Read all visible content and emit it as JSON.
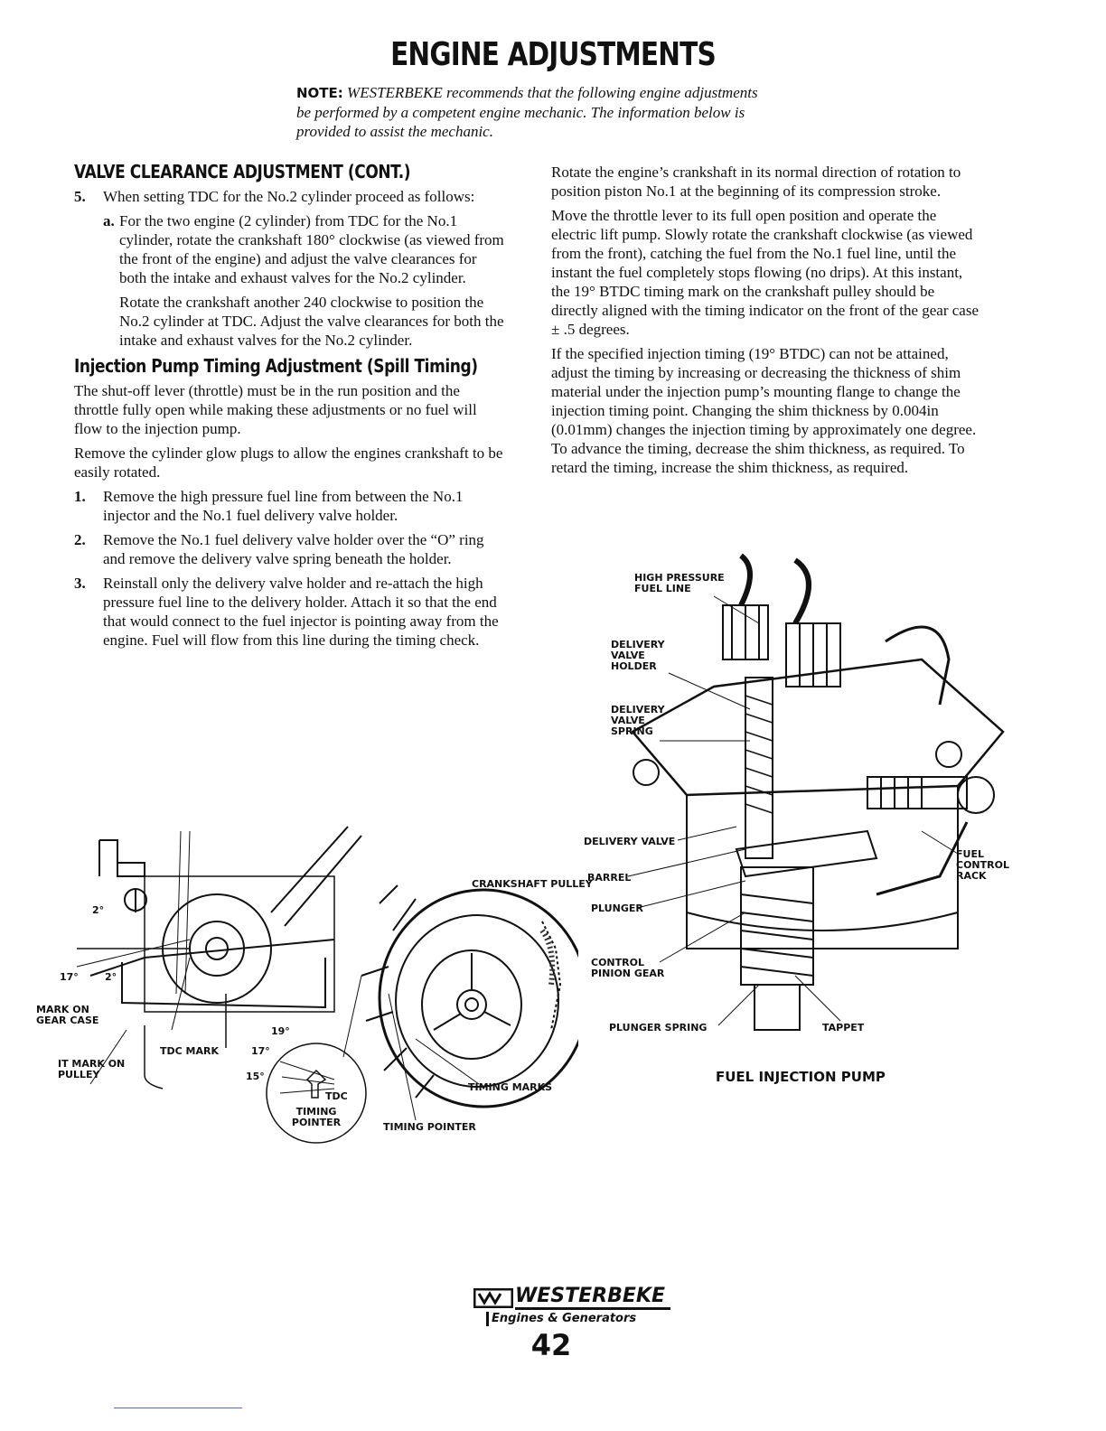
{
  "page": {
    "title": "ENGINE ADJUSTMENTS",
    "note_label": "NOTE:",
    "note_text": "WESTERBEKE recommends that the following engine adjustments be performed by a competent engine mechanic. The information below is provided to assist the mechanic.",
    "page_number": "42"
  },
  "left": {
    "heading1": "VALVE CLEARANCE ADJUSTMENT (CONT.)",
    "item5_num": "5.",
    "item5_text": "When setting TDC for the No.2 cylinder proceed as follows:",
    "item5a_num": "a.",
    "item5a_text": "For the two engine (2 cylinder) from TDC for the No.1 cylinder, rotate the crankshaft 180° clockwise (as viewed from the front of the engine) and adjust the valve clearances for both the intake and exhaust valves for the No.2 cylinder.",
    "item5a_p2": "Rotate the crankshaft another 240 clockwise to position the No.2 cylinder at TDC. Adjust the valve clearances for both the intake and exhaust valves for the No.2 cylinder.",
    "heading2": "Injection Pump Timing Adjustment (Spill Timing)",
    "p1": "The shut-off lever (throttle) must be in the run position and the throttle fully open while making these adjustments or no fuel will flow to the injection pump.",
    "p2": "Remove the cylinder glow plugs to allow the engines crankshaft to be easily rotated.",
    "steps": [
      {
        "num": "1.",
        "text": "Remove the high pressure fuel line from between the No.1 injector and the No.1 fuel delivery valve holder."
      },
      {
        "num": "2.",
        "text": "Remove the No.1 fuel delivery valve holder over the “O” ring and remove the delivery valve spring beneath the holder."
      },
      {
        "num": "3.",
        "text": "Reinstall only the delivery valve holder and re-attach the high pressure fuel line to the delivery holder. Attach it so that the end that would connect to the fuel injector is pointing away from the engine. Fuel will flow from this line during the timing check."
      }
    ]
  },
  "right": {
    "p1": "Rotate the engine’s crankshaft in its normal direction of rotation to position piston No.1 at the beginning of its compression stroke.",
    "p2": "Move the throttle lever to its full open position and operate the electric lift pump. Slowly rotate the crankshaft clockwise (as viewed from the front), catching the fuel from the No.1 fuel line, until the instant the fuel completely stops flowing (no drips). At this instant, the 19° BTDC timing mark on the crankshaft pulley should be directly aligned with the timing indicator on the front of the gear case ± .5 degrees.",
    "p3": "If the specified injection timing (19° BTDC) can not be attained, adjust the timing by increasing or decreasing the thickness of shim material under the injection pump’s mounting flange to change the injection timing point. Changing the shim thickness by 0.004in (0.01mm) changes the injection timing by approximately one degree. To advance the timing, decrease the shim thickness, as required. To retard the timing, increase the shim thickness, as required."
  },
  "pulley_diagram": {
    "crankshaft_pulley": "CRANKSHAFT PULLEY",
    "timing_marks": "TIMING MARKS",
    "timing_pointer": "TIMING POINTER",
    "timing_pointer2": "TIMING POINTER",
    "tdc": "TDC",
    "tdc_mark": "TDC MARK",
    "mark_on_gear_case": "MARK ON GEAR CASE",
    "it_mark": "IT MARK ON PULLEY",
    "deg_2a": "2°",
    "deg_2b": "2°",
    "deg_17a": "17°",
    "deg_19": "19°",
    "deg_17b": "17°",
    "deg_15": "15°"
  },
  "pump_diagram": {
    "caption": "FUEL INJECTION PUMP",
    "high_pressure_fuel_line": "HIGH PRESSURE FUEL LINE",
    "delivery_valve_holder": "DELIVERY VALVE HOLDER",
    "delivery_valve_spring": "DELIVERY VALVE SPRING",
    "delivery_valve": "DELIVERY VALVE",
    "barrel": "BARREL",
    "plunger": "PLUNGER",
    "control_pinion_gear": "CONTROL PINION GEAR",
    "plunger_spring": "PLUNGER SPRING",
    "tappet": "TAPPET",
    "fuel_control_rack": "FUEL CONTROL RACK"
  },
  "logo": {
    "brand": "WESTERBEKE",
    "tagline": "Engines & Generators"
  }
}
